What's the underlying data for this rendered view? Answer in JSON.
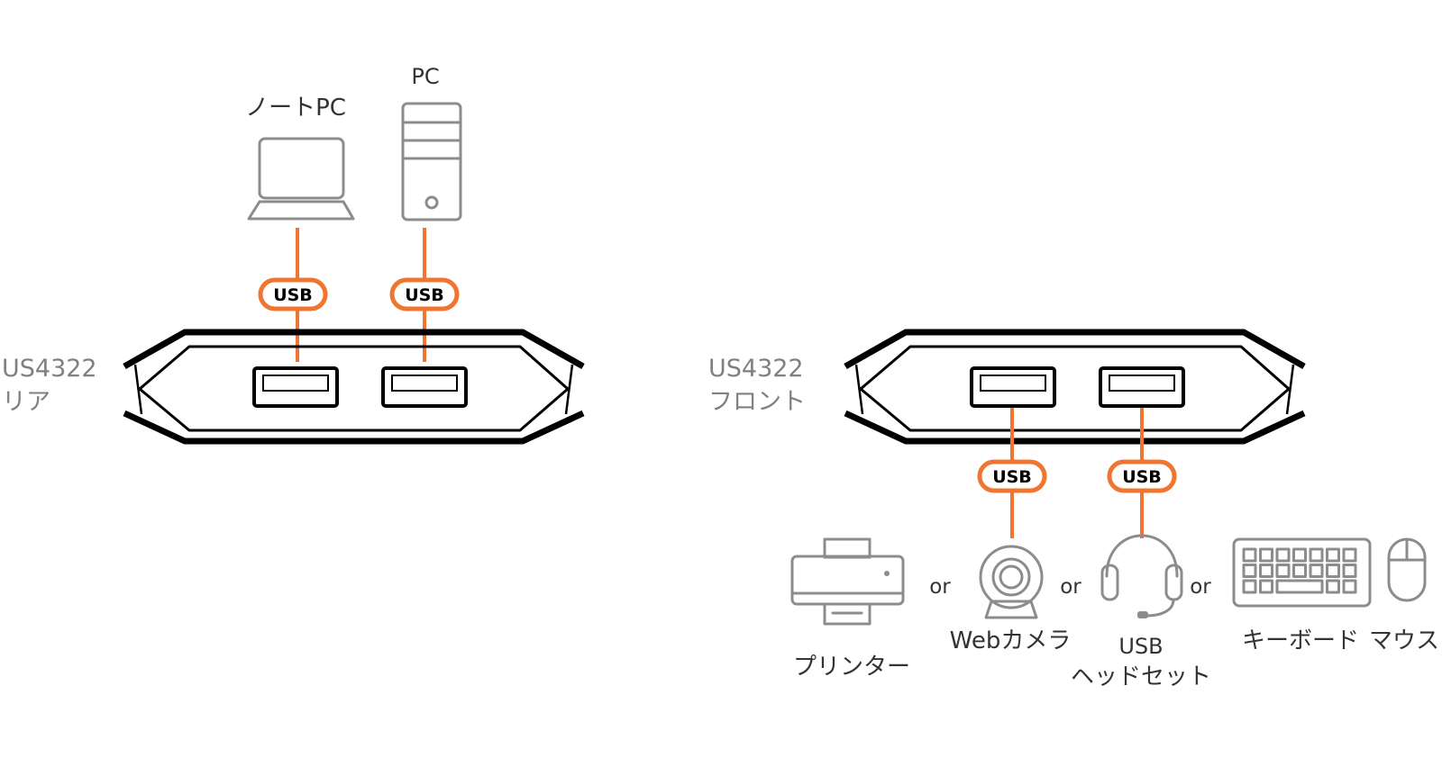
{
  "rear": {
    "title_line1": "US4322",
    "title_line2": "リア",
    "devices": [
      {
        "label": "ノートPC",
        "icon": "laptop-icon",
        "port_label": "USB"
      },
      {
        "label": "PC",
        "icon": "desktop-tower-icon",
        "port_label": "USB"
      }
    ]
  },
  "front": {
    "title_line1": "US4322",
    "title_line2": "フロント",
    "ports": [
      {
        "port_label": "USB"
      },
      {
        "port_label": "USB"
      }
    ],
    "devices": [
      {
        "label": "プリンター",
        "icon": "printer-icon"
      },
      {
        "label": "Webカメラ",
        "icon": "webcam-icon"
      },
      {
        "label_line1": "USB",
        "label_line2": "ヘッドセット",
        "icon": "headset-icon"
      },
      {
        "label": "キーボード",
        "icon": "keyboard-icon"
      },
      {
        "label": "マウス",
        "icon": "mouse-icon"
      }
    ],
    "separator": "or"
  },
  "colors": {
    "cable": "#f07530",
    "device_stroke": "#8c8c8c",
    "hub_stroke": "#000000",
    "label_text": "#333333",
    "title_text": "#808080"
  }
}
